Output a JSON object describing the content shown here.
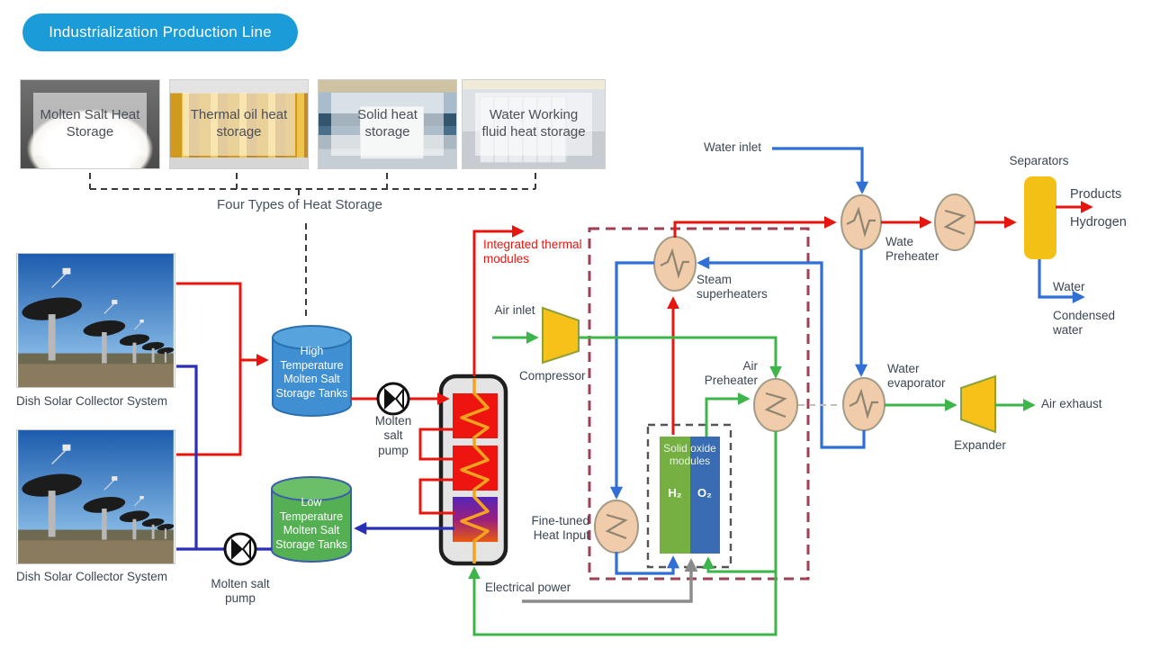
{
  "title_banner": {
    "label": "Industrialization Production Line",
    "bg_color": "#1b9cd8"
  },
  "heat_storage": {
    "caption": "Four Types of Heat Storage",
    "tiles": [
      {
        "label": "Molten Salt Heat Storage"
      },
      {
        "label": "Thermal oil heat storage"
      },
      {
        "label": "Solid heat storage"
      },
      {
        "label": "Water Working fluid heat storage"
      }
    ]
  },
  "collectors": {
    "label": "Dish Solar Collector System"
  },
  "tanks": {
    "high_temp": {
      "label": "High Temperature Molten Salt Storage Tanks",
      "color": "#3f8fd2"
    },
    "low_temp": {
      "label": "Low Temperature Molten Salt Storage Tanks",
      "color": "#55b054"
    }
  },
  "pumps": {
    "label": "Molten salt pump"
  },
  "thermal_block": {
    "label": "Integrated thermal modules",
    "color": "#e8150f"
  },
  "gas_path": {
    "air_inlet": "Air inlet",
    "compressor": "Compressor",
    "air_preheater": "Air Preheater",
    "expander": "Expander",
    "air_exhaust": "Air exhaust"
  },
  "steam_path": {
    "water_inlet": "Water inlet",
    "steam_superheaters": "Steam superheaters",
    "wate_preheater": "Wate Preheater",
    "water_evaporator": "Water evaporator",
    "separators": "Separators",
    "products": "Products",
    "hydrogen": "Hydrogen",
    "water": "Water",
    "condensed_water": "Condensed water"
  },
  "soec": {
    "title": "Solid oxide modules",
    "h2": "H₂",
    "o2": "O₂",
    "fine_tuned": "Fine-tuned Heat Input",
    "electrical": "Electrical power",
    "h2_color": "#76b043",
    "o2_color": "#3a6cb4"
  },
  "line_colors": {
    "hot_salt": "#e8150f",
    "cold_salt": "#2b2fb8",
    "water_steam": "#2f6fd6",
    "air": "#3cb54a",
    "electric": "#8a8a8a",
    "module_zigzag": "#f5a31d",
    "boundary_dashed": "#a04055"
  }
}
